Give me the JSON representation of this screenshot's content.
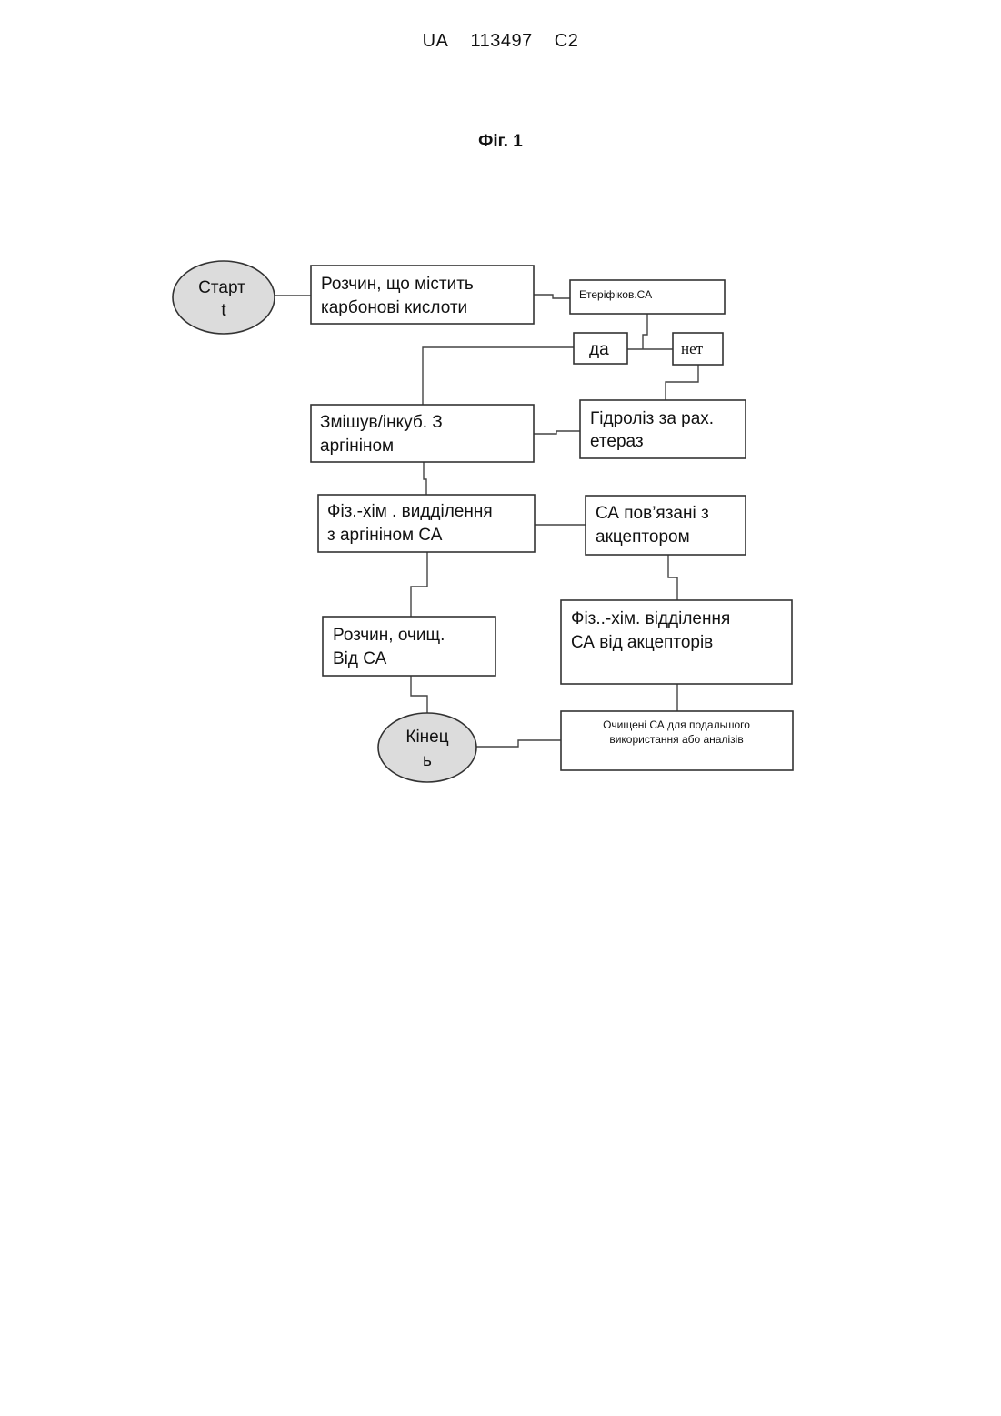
{
  "header": {
    "country": "UA",
    "number": "113497",
    "kind": "C2"
  },
  "figure": {
    "title": "Фіг. 1"
  },
  "nodes": {
    "start": [
      "Старт",
      "t"
    ],
    "solution": [
      "Розчин, що містить",
      "карбонові кислоти"
    ],
    "esterified": [
      "Етеріфіков.СА"
    ],
    "yes": [
      "да"
    ],
    "no": [
      "нет"
    ],
    "mix_incubate": [
      "Змішув/інкуб. З",
      "аргініном"
    ],
    "hydrolysis": [
      "Гідроліз за рах.",
      "етераз"
    ],
    "physchem_arginine": [
      "Фіз.-хім . видділення",
      "з аргініном СА"
    ],
    "ca_bound": [
      "СА пов’язані з",
      "акцептором"
    ],
    "purified_solution": [
      "Розчин, очищ.",
      "Від СА"
    ],
    "physchem_acceptors": [
      "Фіз..-хім. відділення",
      "СА від акцепторів"
    ],
    "end": [
      "Кінец",
      "ь"
    ],
    "purified_ca": [
      "Очищені СА для подальшого",
      "використання або аналізів"
    ]
  }
}
